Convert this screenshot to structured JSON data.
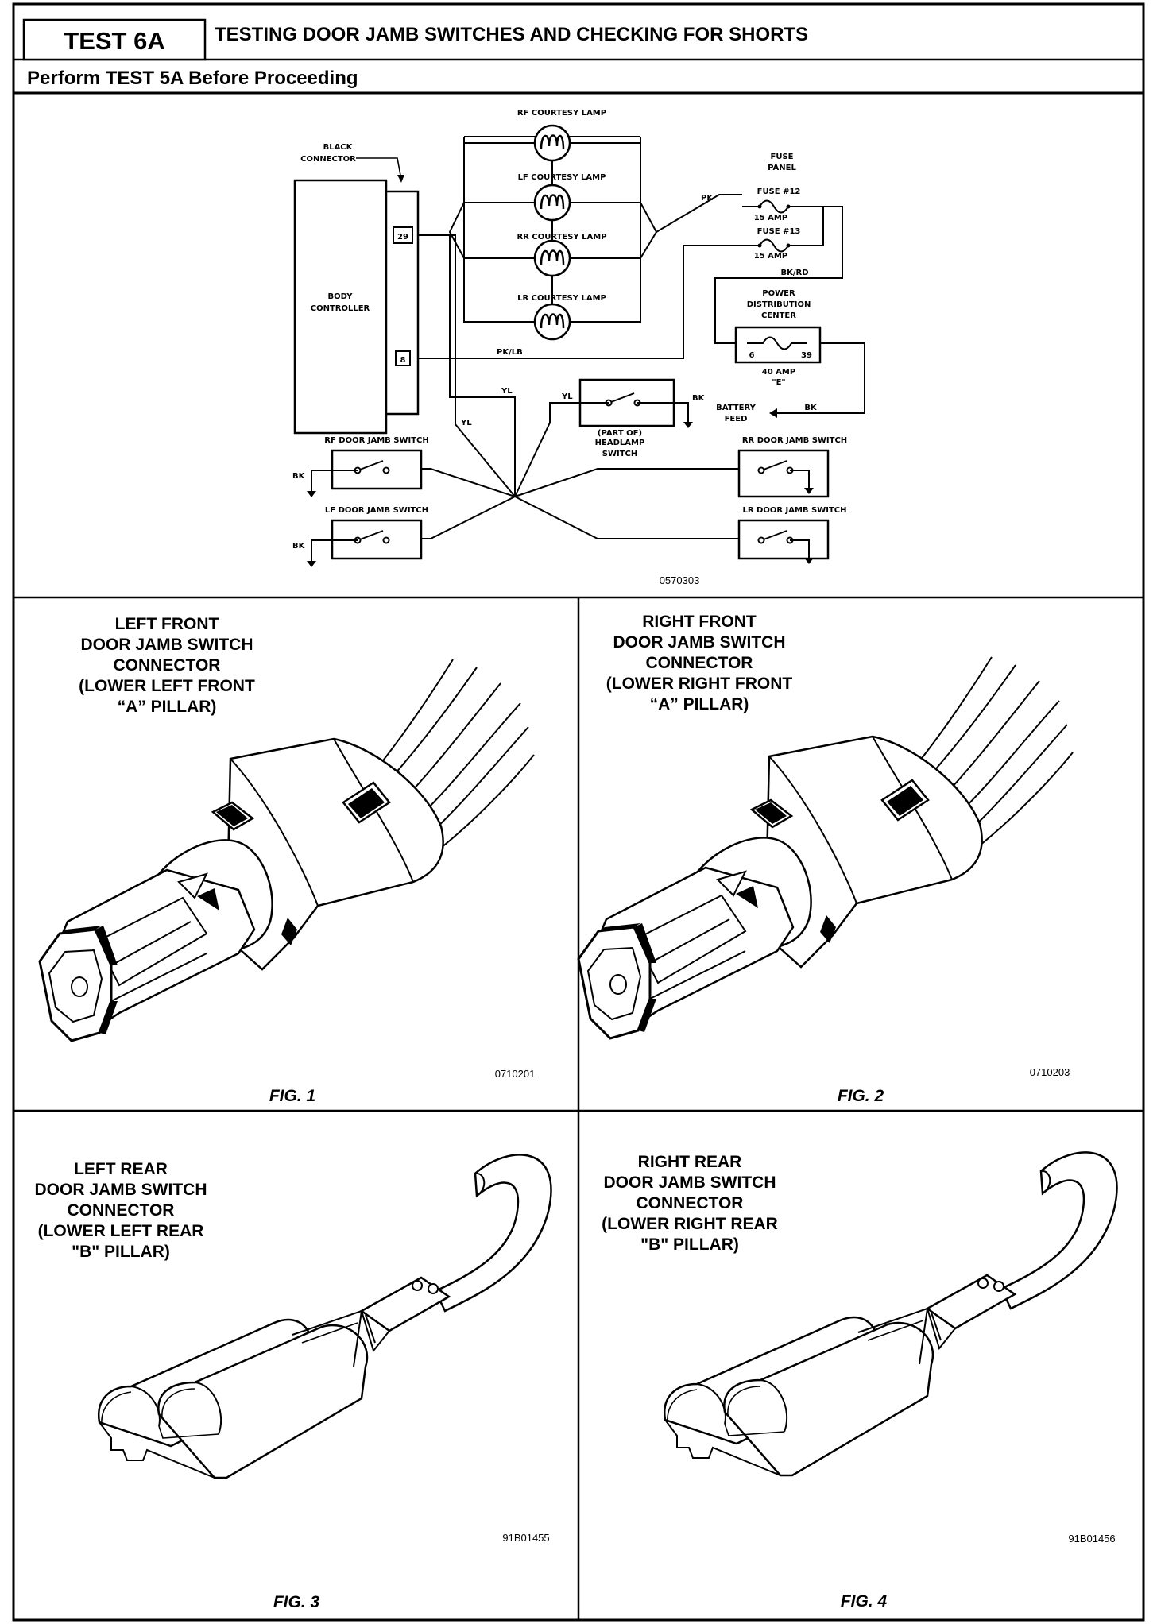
{
  "header": {
    "test_id": "TEST 6A",
    "title": "TESTING DOOR JAMB SWITCHES AND CHECKING FOR SHORTS",
    "subtitle": "Perform TEST 5A Before Proceeding"
  },
  "diagram": {
    "image_code": "0570303",
    "labels": {
      "black_connector_1": "BLACK",
      "black_connector_2": "CONNECTOR",
      "body_controller_1": "BODY",
      "body_controller_2": "CONTROLLER",
      "pin_29": "29",
      "pin_8": "8",
      "rf_courtesy": "RF COURTESY LAMP",
      "lf_courtesy": "LF COURTESY LAMP",
      "rr_courtesy": "RR COURTESY LAMP",
      "lr_courtesy": "LR COURTESY LAMP",
      "fuse_panel_1": "FUSE",
      "fuse_panel_2": "PANEL",
      "fuse_12": "FUSE #12",
      "fuse_12_amp": "15 AMP",
      "fuse_13": "FUSE #13",
      "fuse_13_amp": "15 AMP",
      "wire_pk": "PK",
      "wire_bkrd": "BK/RD",
      "wire_pklb": "PK/LB",
      "wire_yl_1": "YL",
      "wire_yl_2": "YL",
      "wire_yl_3": "YL",
      "wire_bk_1": "BK",
      "wire_bk_2": "BK",
      "wire_bk_3": "BK",
      "wire_bk_4": "BK",
      "pdc_1": "POWER",
      "pdc_2": "DISTRIBUTION",
      "pdc_3": "CENTER",
      "pdc_pin_6": "6",
      "pdc_pin_39": "39",
      "pdc_amp": "40 AMP",
      "pdc_fuse": "\"E\"",
      "battery_1": "BATTERY",
      "battery_2": "FEED",
      "headlamp_1": "(PART OF)",
      "headlamp_2": "HEADLAMP",
      "headlamp_3": "SWITCH",
      "rf_switch": "RF DOOR JAMB SWITCH",
      "lf_switch": "LF DOOR JAMB SWITCH",
      "rr_switch": "RR DOOR JAMB SWITCH",
      "lr_switch": "LR DOOR JAMB SWITCH"
    }
  },
  "figures": [
    {
      "caption_lines": [
        "LEFT FRONT",
        "DOOR JAMB SWITCH",
        "CONNECTOR",
        "(LOWER LEFT FRONT",
        "“A” PILLAR)"
      ],
      "code": "0710201",
      "label": "FIG. 1"
    },
    {
      "caption_lines": [
        "RIGHT  FRONT",
        "DOOR JAMB SWITCH",
        "CONNECTOR",
        "(LOWER RIGHT FRONT",
        "“A” PILLAR)"
      ],
      "code": "0710203",
      "label": "FIG. 2"
    },
    {
      "caption_lines": [
        "LEFT REAR",
        "DOOR JAMB SWITCH",
        "CONNECTOR",
        "(LOWER LEFT REAR",
        "\"B\" PILLAR)"
      ],
      "code": "91B01455",
      "label": "FIG. 3"
    },
    {
      "caption_lines": [
        "RIGHT REAR",
        "DOOR JAMB SWITCH",
        "CONNECTOR",
        "(LOWER RIGHT REAR",
        "\"B\" PILLAR)"
      ],
      "code": "91B01456",
      "label": "FIG. 4"
    }
  ]
}
